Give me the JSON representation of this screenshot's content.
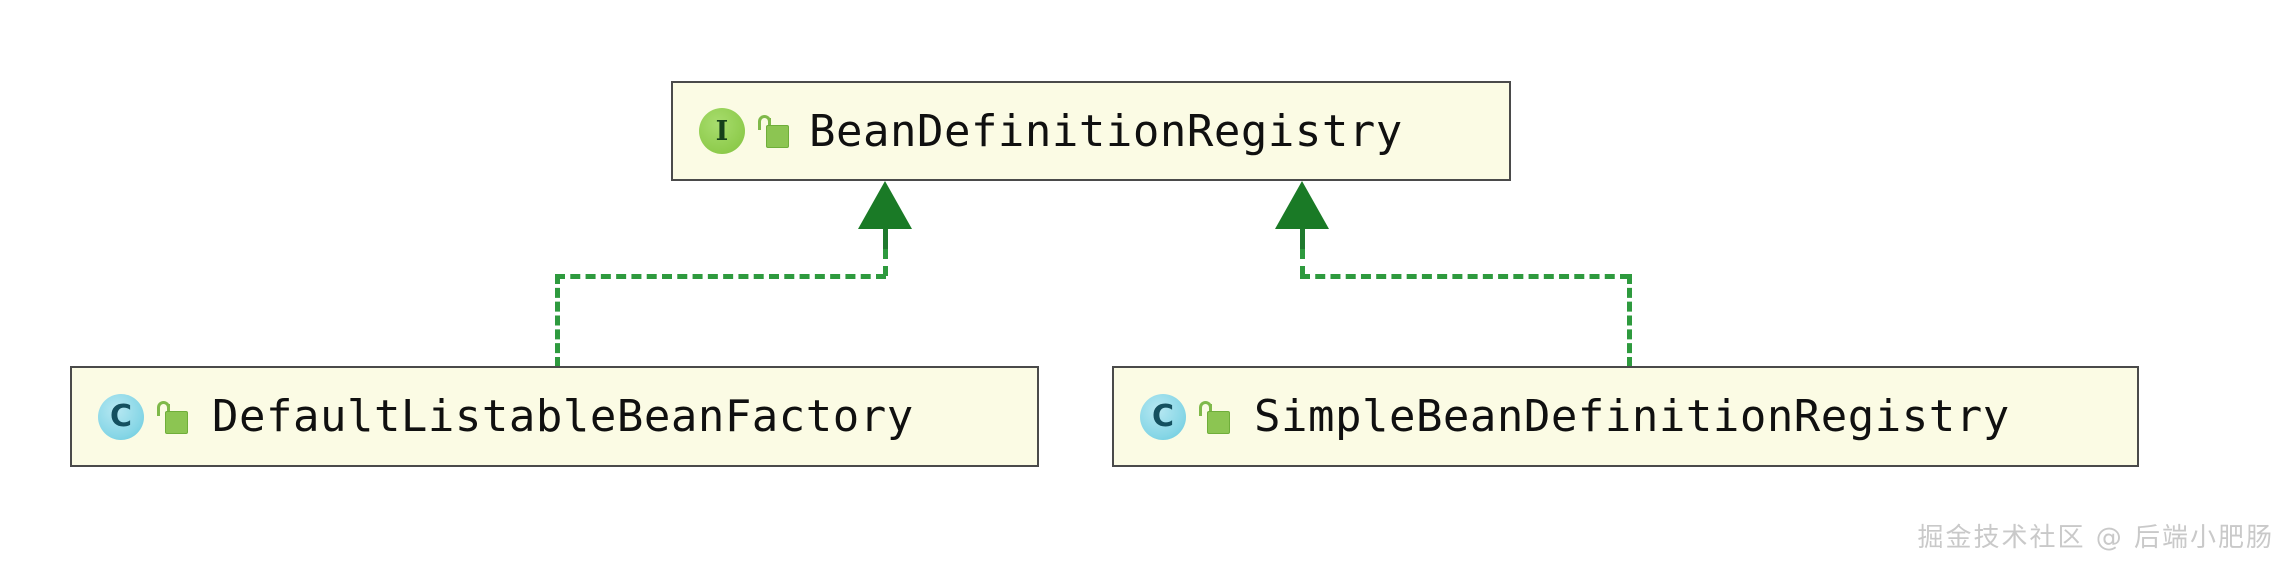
{
  "diagram": {
    "type": "uml-class-diagram",
    "relationship": "realization",
    "background_color": "#ffffff",
    "node_fill_color": "#fbfbe4",
    "node_border_color": "#4a4a4a",
    "connector_color": "#2e9a3e",
    "arrow_color": "#1a7a26",
    "interface_icon_color": "#8ecb4c",
    "class_icon_color": "#86d6e6",
    "lock_color": "#8cc552"
  },
  "nodes": {
    "interface": {
      "name": "BeanDefinitionRegistry",
      "kind_letter": "I",
      "kind": "interface",
      "visibility_icon": "open-lock-icon"
    },
    "class_left": {
      "name": "DefaultListableBeanFactory",
      "kind_letter": "C",
      "kind": "class",
      "visibility_icon": "open-lock-icon"
    },
    "class_right": {
      "name": "SimpleBeanDefinitionRegistry",
      "kind_letter": "C",
      "kind": "class",
      "visibility_icon": "open-lock-icon"
    }
  },
  "edges": [
    {
      "from": "DefaultListableBeanFactory",
      "to": "BeanDefinitionRegistry",
      "style": "dashed",
      "arrow": "hollow-triangle-filled",
      "label": ""
    },
    {
      "from": "SimpleBeanDefinitionRegistry",
      "to": "BeanDefinitionRegistry",
      "style": "dashed",
      "arrow": "hollow-triangle-filled",
      "label": ""
    }
  ],
  "watermark": {
    "text": "掘金技术社区 @ 后端小肥肠"
  }
}
